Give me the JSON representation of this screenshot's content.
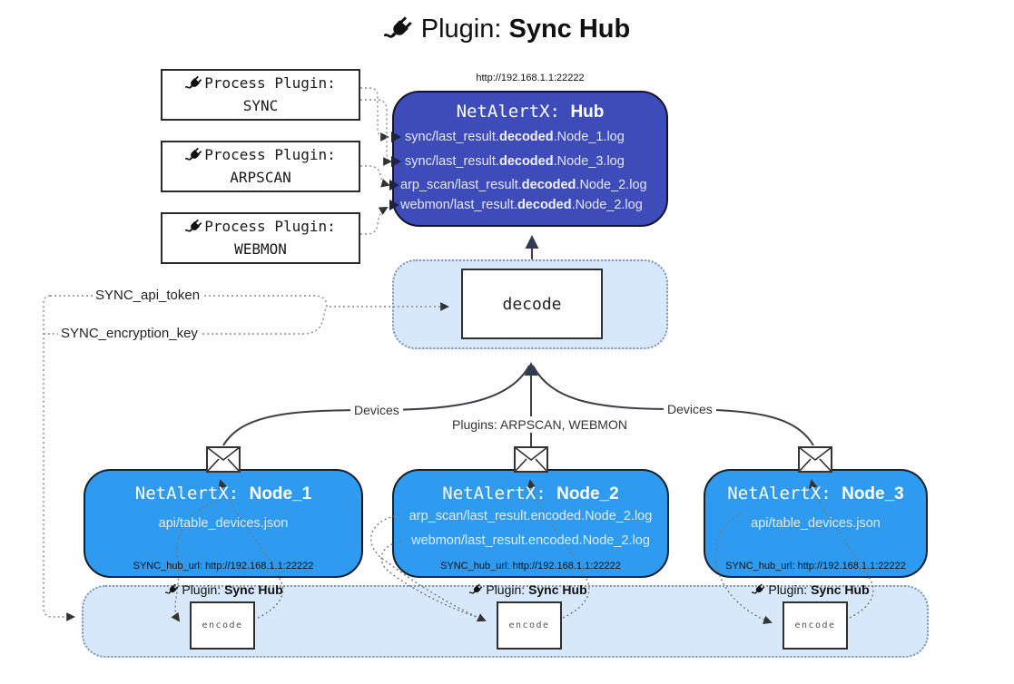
{
  "title": {
    "icon": "plug-icon",
    "prefix": "Plugin: ",
    "emphasis": "Sync Hub"
  },
  "process_plugins": [
    {
      "icon": "plug-icon",
      "label": "Process Plugin:",
      "name": "SYNC"
    },
    {
      "icon": "plug-icon",
      "label": "Process Plugin:",
      "name": "ARPSCAN"
    },
    {
      "icon": "plug-icon",
      "label": "Process Plugin:",
      "name": "WEBMON"
    }
  ],
  "hub": {
    "url": "http://192.168.1.1:22222",
    "title_prefix": "NetAlertX: ",
    "title_emphasis": "Hub",
    "logs": [
      {
        "pre": "sync/last_result.",
        "em": "decoded",
        "post": ".Node_1.log"
      },
      {
        "pre": "sync/last_result.",
        "em": "decoded",
        "post": ".Node_3.log"
      },
      {
        "pre": "arp_scan/last_result.",
        "em": "decoded",
        "post": ".Node_2.log"
      },
      {
        "pre": "webmon/last_result.",
        "em": "decoded",
        "post": ".Node_2.log"
      }
    ]
  },
  "decode_box": {
    "label": "decode"
  },
  "secrets": {
    "api_token_label": "SYNC_api_token",
    "encryption_key_label": "SYNC_encryption_key"
  },
  "edge_labels": {
    "devices_left": "Devices",
    "plugins_center": "Plugins: ARPSCAN, WEBMON",
    "devices_right": "Devices"
  },
  "nodes": [
    {
      "title_prefix": "NetAlertX: ",
      "title_emphasis": "Node_1",
      "lines": [
        "api/table_devices.json"
      ],
      "hub_url": "SYNC_hub_url: http://192.168.1.1:22222"
    },
    {
      "title_prefix": "NetAlertX: ",
      "title_emphasis": "Node_2",
      "lines": [
        "arp_scan/last_result.encoded.Node_2.log",
        "webmon/last_result.encoded.Node_2.log"
      ],
      "hub_url": "SYNC_hub_url: http://192.168.1.1:22222"
    },
    {
      "title_prefix": "NetAlertX: ",
      "title_emphasis": "Node_3",
      "lines": [
        "api/table_devices.json"
      ],
      "hub_url": "SYNC_hub_url: http://192.168.1.1:22222"
    }
  ],
  "encode_strip": {
    "groups": [
      {
        "icon": "plug-icon",
        "label_prefix": "Plugin: ",
        "label_emphasis": "Sync Hub",
        "box_label": "encode"
      },
      {
        "icon": "plug-icon",
        "label_prefix": "Plugin: ",
        "label_emphasis": "Sync Hub",
        "box_label": "encode"
      },
      {
        "icon": "plug-icon",
        "label_prefix": "Plugin: ",
        "label_emphasis": "Sync Hub",
        "box_label": "encode"
      }
    ]
  },
  "icons": {
    "plug": "plug-icon",
    "envelope": "envelope-icon"
  },
  "colors": {
    "hub_fill": "#3e4cb9",
    "node_fill": "#2e9bf0",
    "panel_fill": "#d7e8fa",
    "panel_border": "#7b97b5",
    "solid_line": "#3f3f46",
    "dotted_line": "#888888",
    "arrowhead": "#2f3b52"
  }
}
